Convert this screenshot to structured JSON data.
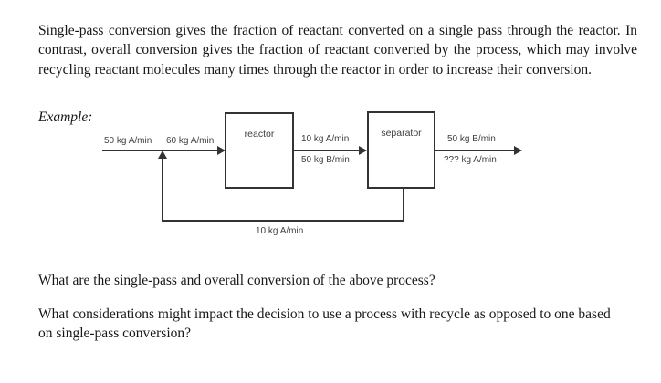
{
  "document": {
    "intro_paragraph": "Single-pass conversion gives the fraction of reactant converted on a single pass through the reactor. In contrast, overall conversion gives the fraction of reactant converted by the process, which may involve recycling reactant molecules many times through the reactor in order to increase their conversion.",
    "example_label": "Example:",
    "question_1": "What are the single-pass and overall conversion of the above process?",
    "question_2": "What considerations might impact the decision to use a process with recycle as opposed to one based on single-pass conversion?"
  },
  "diagram": {
    "reactor_label": "reactor",
    "separator_label": "separator",
    "streams": {
      "fresh_feed": "50 kg A/min",
      "combined_feed": "60 kg A/min",
      "reactor_outlet_a": "10 kg A/min",
      "reactor_outlet_b": "50 kg B/min",
      "product_b": "50 kg B/min",
      "product_a": "??? kg A/min",
      "recycle": "10 kg A/min"
    },
    "colors": {
      "line": "#333333",
      "label": "#3e3e3e"
    }
  }
}
